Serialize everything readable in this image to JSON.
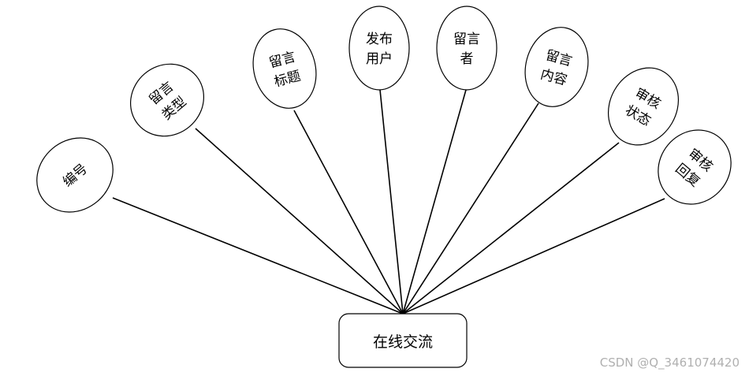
{
  "entity": {
    "label": "在线交流"
  },
  "attributes": [
    {
      "line1": "编号",
      "line2": ""
    },
    {
      "line1": "留言",
      "line2": "类型"
    },
    {
      "line1": "留言",
      "line2": "标题"
    },
    {
      "line1": "发布",
      "line2": "用户"
    },
    {
      "line1": "留言",
      "line2": "者"
    },
    {
      "line1": "留言",
      "line2": "内容"
    },
    {
      "line1": "审核",
      "line2": "状态"
    },
    {
      "line1": "审核",
      "line2": "回复"
    }
  ],
  "watermark": "CSDN @Q_3461074420"
}
